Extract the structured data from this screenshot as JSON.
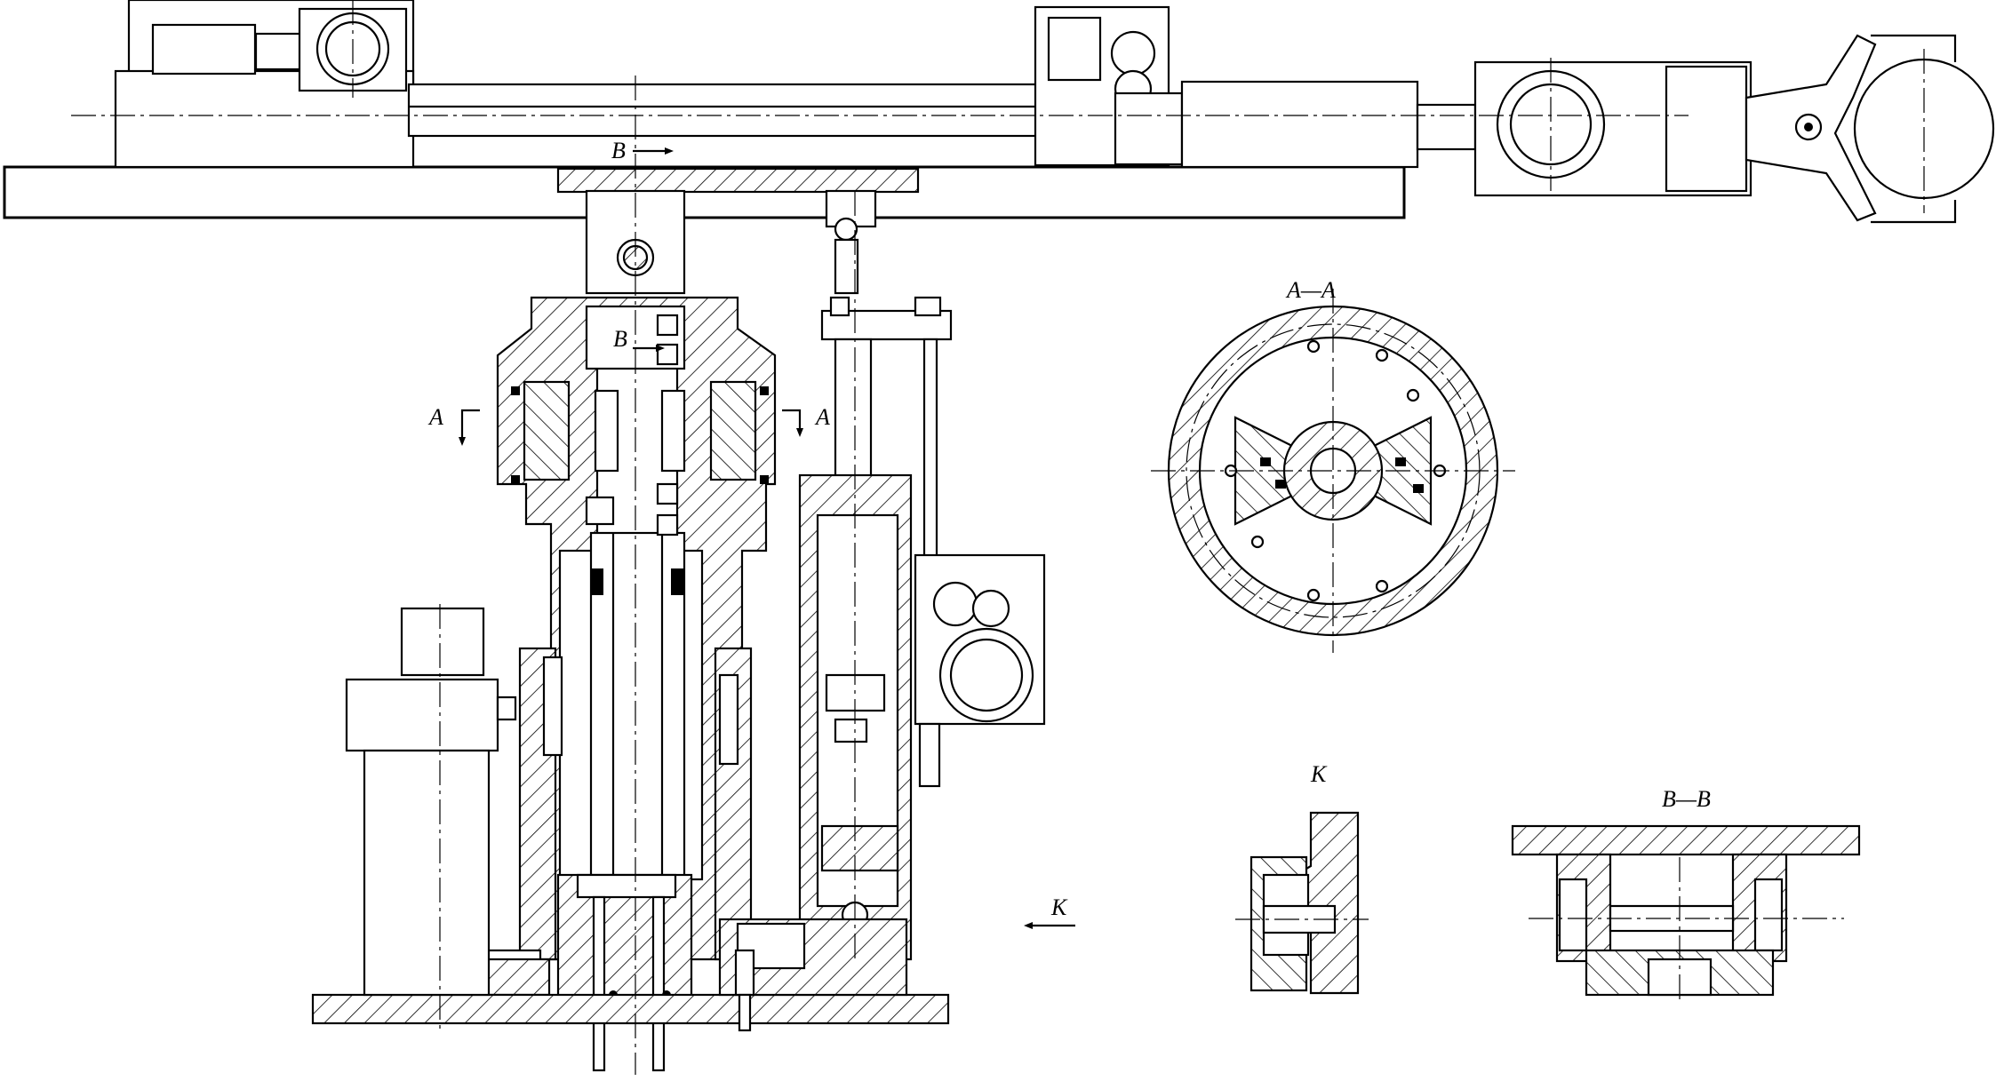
{
  "labels": {
    "section_aa": "A—A",
    "section_bb": "B—B",
    "view_k": "K",
    "arrow_k": "K",
    "cut_a_left": "A",
    "cut_a_right": "A",
    "cut_b_top": "B",
    "cut_b_mid": "B"
  }
}
